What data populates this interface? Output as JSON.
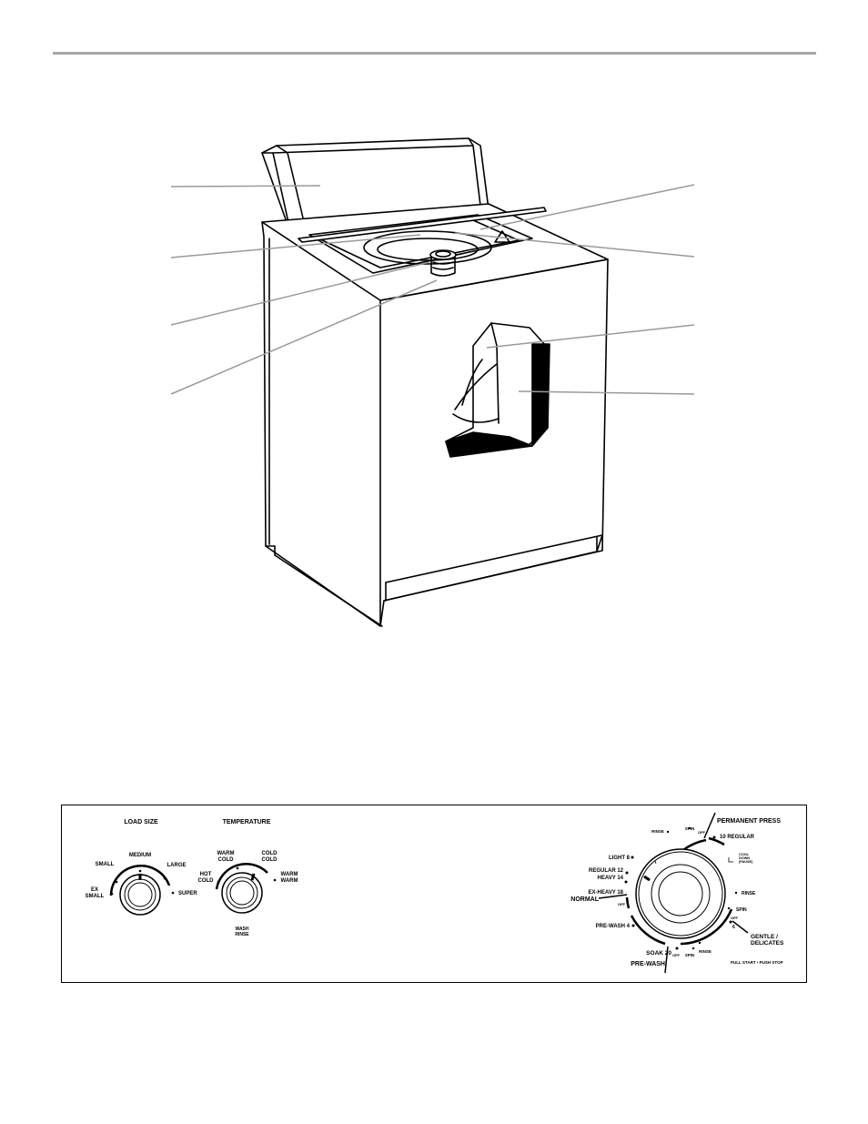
{
  "control_panel": {
    "load_size": {
      "heading": "LOAD SIZE",
      "positions": [
        "EX SMALL",
        "SMALL",
        "MEDIUM",
        "LARGE",
        "SUPER"
      ]
    },
    "temperature": {
      "heading": "TEMPERATURE",
      "settings": [
        "HOT COLD",
        "WARM COLD",
        "COLD COLD",
        "WARM WARM"
      ],
      "dial_note": "WASH RINSE"
    },
    "cycle_dial": {
      "cycles": [
        "PERMANENT PRESS",
        "NORMAL",
        "GENTLE / DELICATES",
        "PRE-WASH"
      ],
      "normal_settings": [
        "LIGHT 8",
        "REGULAR 12",
        "HEAVY 14",
        "EX-HEAVY 18"
      ],
      "permanent_press_settings": [
        "10 REGULAR",
        "COOL DOWN (PAUSE)",
        "RINSE",
        "SPIN"
      ],
      "gentle_settings": [
        "6"
      ],
      "prewash_settings": [
        "PRE-WASH 4",
        "SOAK 20"
      ],
      "markers": {
        "rinse": "RINSE",
        "spin": "SPIN",
        "off": "OFF"
      },
      "instruction": "PULL START • PUSH STOP"
    }
  }
}
